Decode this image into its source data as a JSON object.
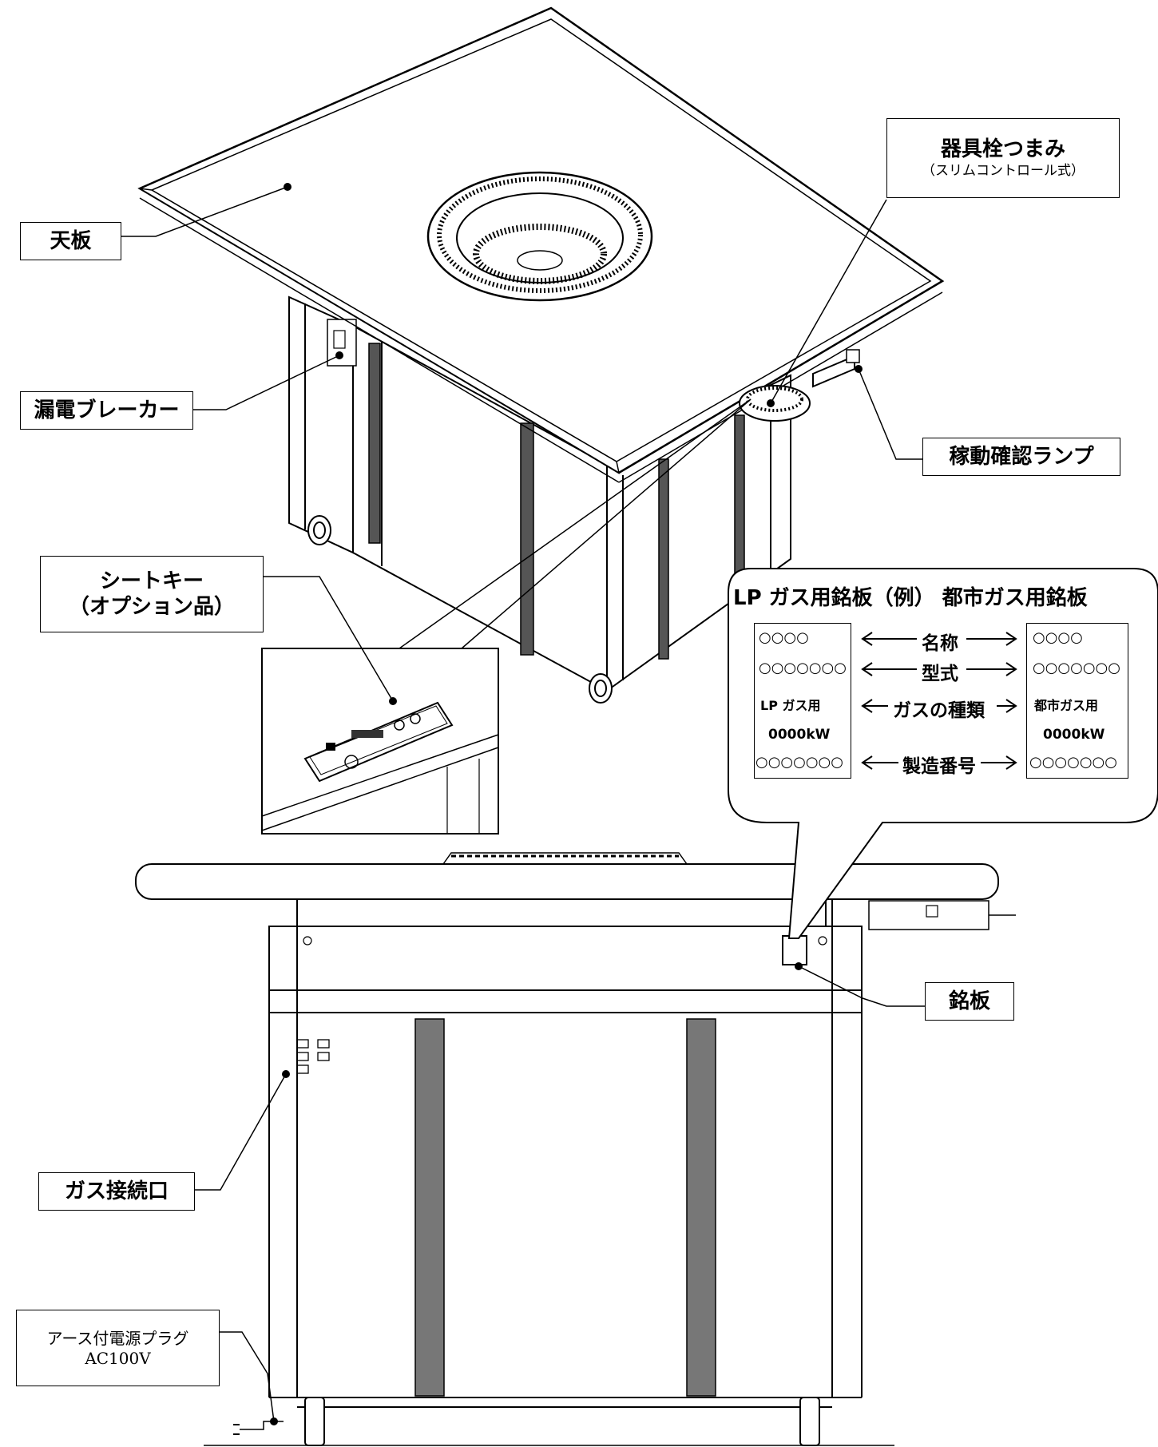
{
  "labels": {
    "tenban": "天板",
    "kigu_title": "器具栓つまみ",
    "kigu_sub": "（スリムコントロール式）",
    "breaker": "漏電ブレーカー",
    "lamp": "稼動確認ランプ",
    "seatkey_line1": "シートキー",
    "seatkey_line2": "（オプション品）",
    "meiban": "銘板",
    "gas_port": "ガス接続口",
    "plug_line1": "アース付電源プラグ",
    "plug_line2": "AC100V"
  },
  "nameplate": {
    "title": "LP ガス用銘板（例） 都市ガス用銘板",
    "fields": [
      "名称",
      "型式",
      "ガスの種類",
      "製造番号"
    ],
    "lp": {
      "name": "○○○○",
      "model": "○○○○○○○",
      "gas": "LP ガス用",
      "power": "0000kW",
      "serial": "○○○○○○○"
    },
    "city": {
      "name": "○○○○",
      "model": "○○○○○○○",
      "gas": "都市ガス用",
      "power": "0000kW",
      "serial": "○○○○○○○"
    }
  }
}
